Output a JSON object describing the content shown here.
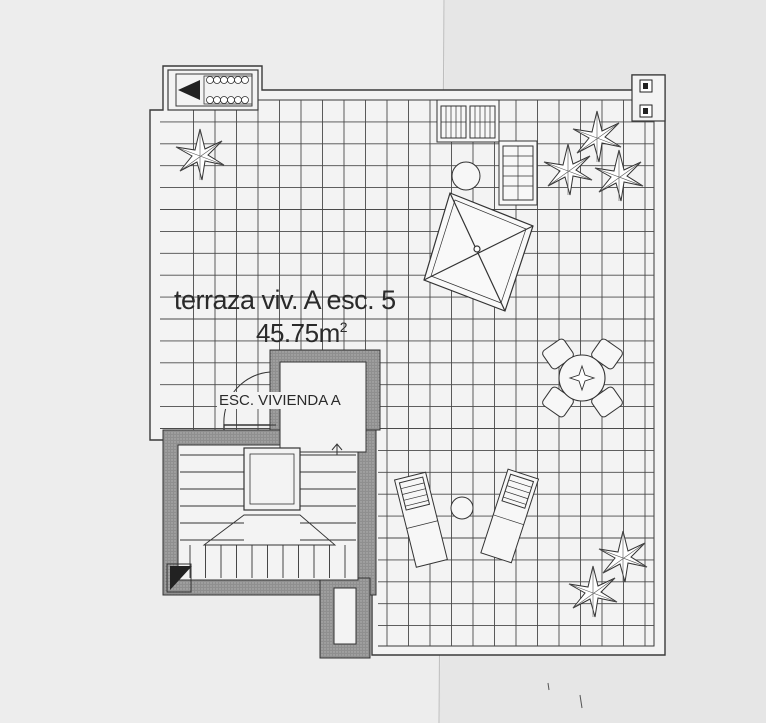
{
  "plan": {
    "title": "terraza viv. A  esc. 5",
    "area_value": "45.75m",
    "area_unit_sup": "2",
    "stair_label": "ESC. VIVIENDA A"
  },
  "colors": {
    "paper": "#efefef",
    "line": "#3a3a3a",
    "wall_hatch": "#9a9a9a",
    "background": "#d9d9d9"
  },
  "icons": [
    "plant-icon",
    "parasol-icon",
    "table-icon",
    "chair-icon",
    "sunlounger-icon",
    "planter-icon",
    "vent-icon",
    "stair-arrow-icon"
  ]
}
